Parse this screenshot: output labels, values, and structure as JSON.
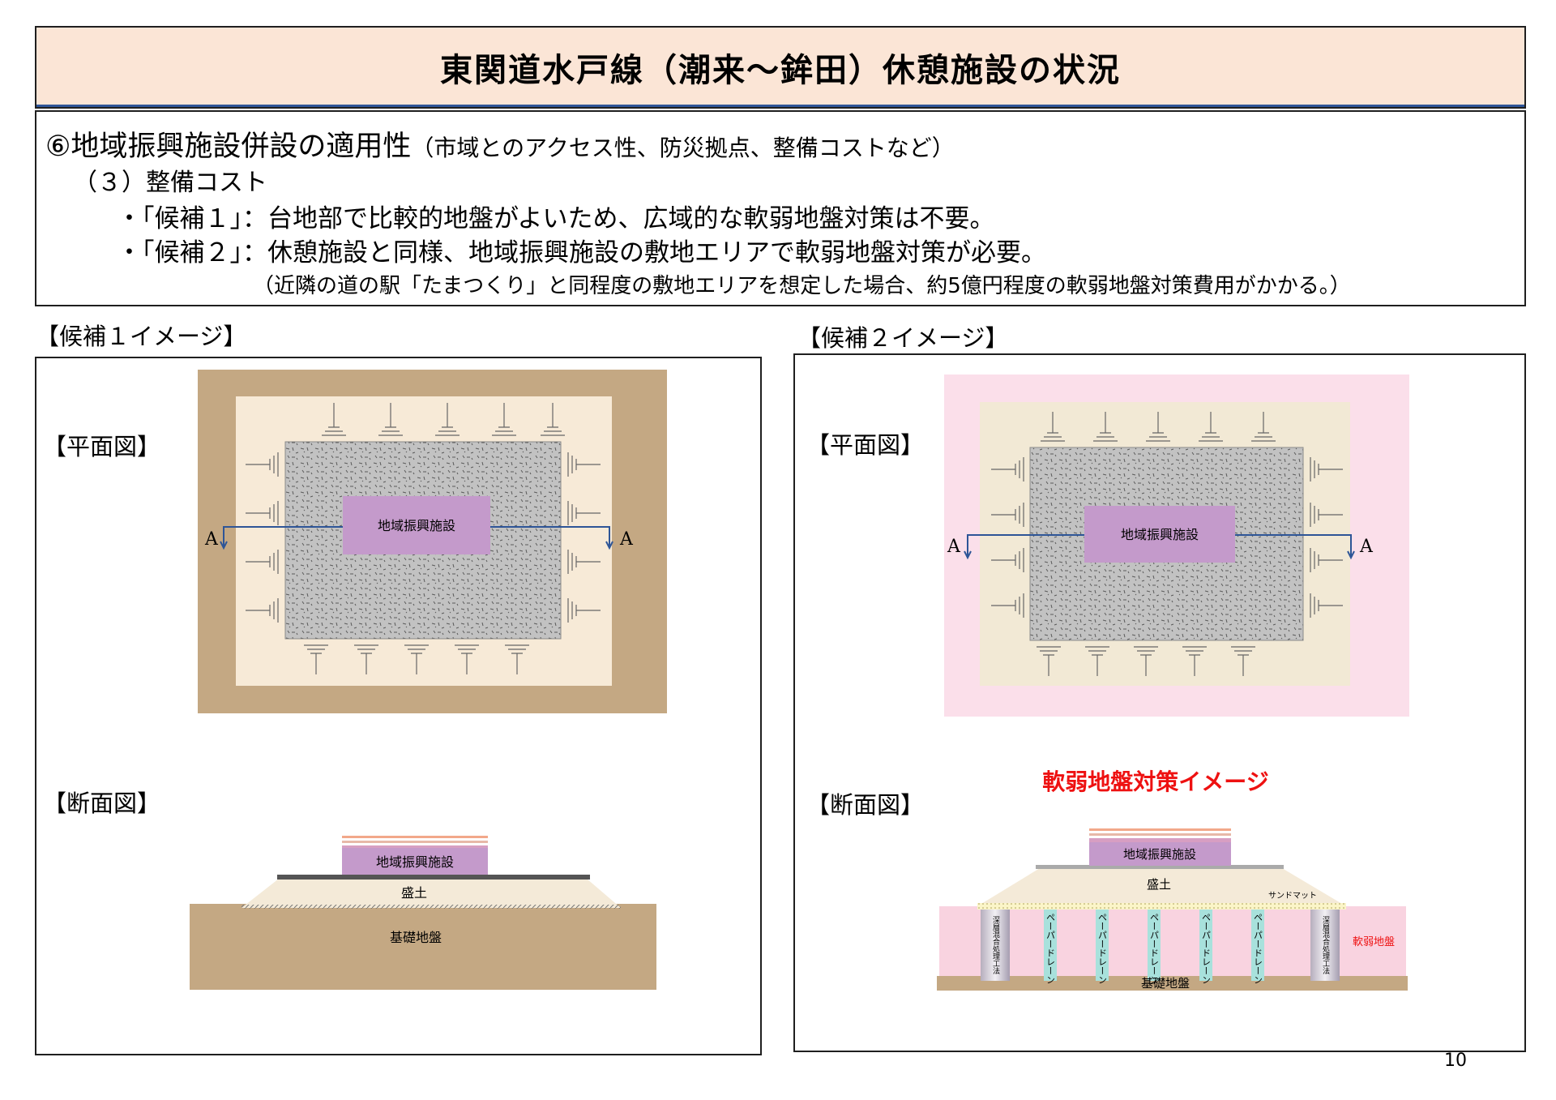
{
  "title": "東関道水戸線（潮来～鉾田）休憩施設の状況",
  "heading": "⑥地域振興施設併設の適用性",
  "heading_sub": "（市域とのアクセス性、防災拠点、整備コストなど）",
  "subheading": "（３）整備コスト",
  "bullets": [
    "・「候補１」：台地部で比較的地盤がよいため、広域的な軟弱地盤対策は不要。",
    "・「候補２」：休憩施設と同様、地域振興施設の敷地エリアで軟弱地盤対策が必要。"
  ],
  "note": "（近隣の道の駅「たまつくり」と同程度の敷地エリアを想定した場合、約5億円程度の軟弱地盤対策費用がかかる。）",
  "panel1": {
    "caption": "【候補１イメージ】",
    "plan_label": "【平面図】",
    "section_label": "【断面図】",
    "facility": "地域振興施設",
    "section_marker": "A",
    "embankment": "盛土",
    "foundation": "基礎地盤"
  },
  "panel2": {
    "caption": "【候補２イメージ】",
    "plan_label": "【平面図】",
    "section_label": "【断面図】",
    "facility": "地域振興施設",
    "section_marker": "A",
    "soft_ground_title": "軟弱地盤対策イメージ",
    "embankment": "盛土",
    "sand_mat": "サンドマット",
    "deep_mixing": "深層混合処理工法",
    "paper_drain": "ペーパードレーン",
    "soft_ground": "軟弱地盤",
    "foundation": "基礎地盤"
  },
  "page_number": "10",
  "colors": {
    "title_bg": "#fbe5d6",
    "site_border_1": "#c4a883",
    "site_border_2": "#fbdfea",
    "plan_inner": "#f7ead7",
    "facility": "#c49acb",
    "section_line": "#2e5597",
    "soft_ground": "#f9d3e0",
    "accent_red": "#ee1111"
  }
}
